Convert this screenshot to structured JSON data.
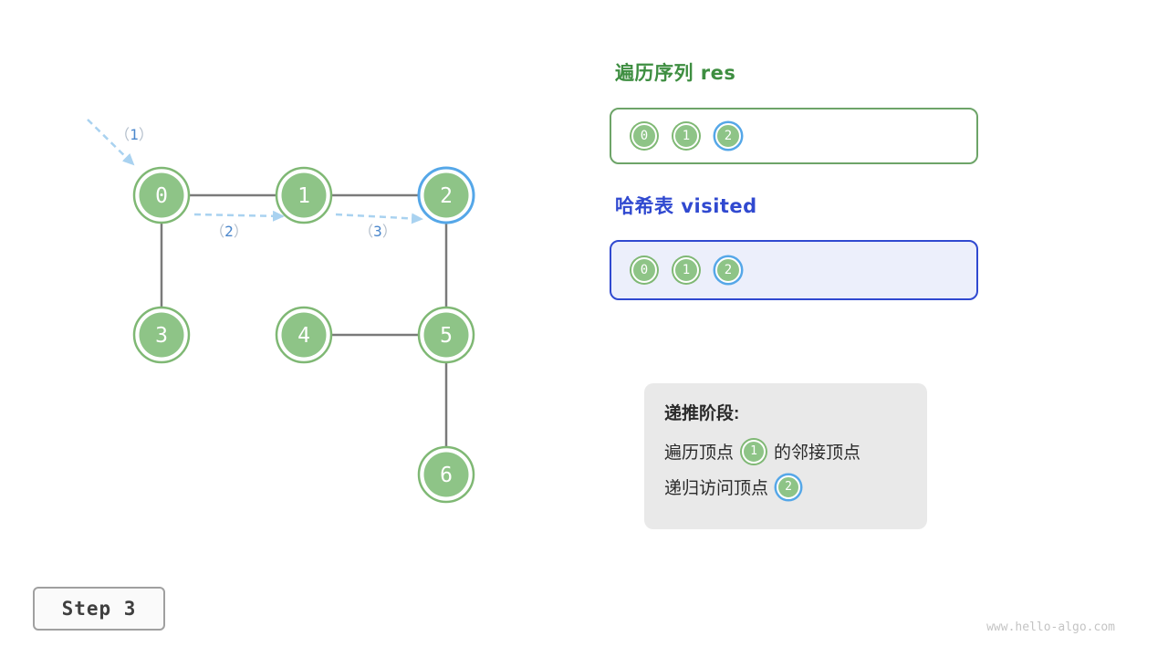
{
  "figure": {
    "description": "graph DFS traversal step illustration",
    "step_label": "Step 3",
    "watermark": "www.hello-algo.com"
  },
  "graph": {
    "nodes": [
      {
        "label": "0",
        "state": "default"
      },
      {
        "label": "1",
        "state": "default"
      },
      {
        "label": "2",
        "state": "current"
      },
      {
        "label": "3",
        "state": "default"
      },
      {
        "label": "4",
        "state": "default"
      },
      {
        "label": "5",
        "state": "default"
      },
      {
        "label": "6",
        "state": "default"
      }
    ],
    "edges": [
      "0-1",
      "1-2",
      "0-3",
      "4-5",
      "2-5",
      "5-6"
    ],
    "arrows": [
      {
        "open": "（",
        "num": "1",
        "close": "）"
      },
      {
        "open": "（",
        "num": "2",
        "close": "）"
      },
      {
        "open": "（",
        "num": "3",
        "close": "）"
      }
    ]
  },
  "panels": {
    "res": {
      "title": "遍历序列 res",
      "items": [
        {
          "label": "0",
          "state": "default"
        },
        {
          "label": "1",
          "state": "default"
        },
        {
          "label": "2",
          "state": "current"
        }
      ]
    },
    "visited": {
      "title": "哈希表 visited",
      "items": [
        {
          "label": "0",
          "state": "default"
        },
        {
          "label": "1",
          "state": "default"
        },
        {
          "label": "2",
          "state": "current"
        }
      ]
    }
  },
  "info_box": {
    "heading": "递推阶段:",
    "line1_prefix": "遍历顶点",
    "line1_node": "1",
    "line1_suffix": "的邻接顶点",
    "line2_prefix": "递归访问顶点",
    "line2_node": "2"
  },
  "colors": {
    "node_fill_green": "#8ec487",
    "node_ring_green": "#7fb874",
    "highlight_blue": "#55a7e8",
    "edge_gray": "#7a7a7a",
    "arrow_light_blue": "#a9d2f0",
    "res_title_green": "#3e8e41",
    "visited_title_blue": "#3049d0",
    "visited_box_bg": "#eceffb",
    "info_box_bg": "#e9e9e9"
  }
}
